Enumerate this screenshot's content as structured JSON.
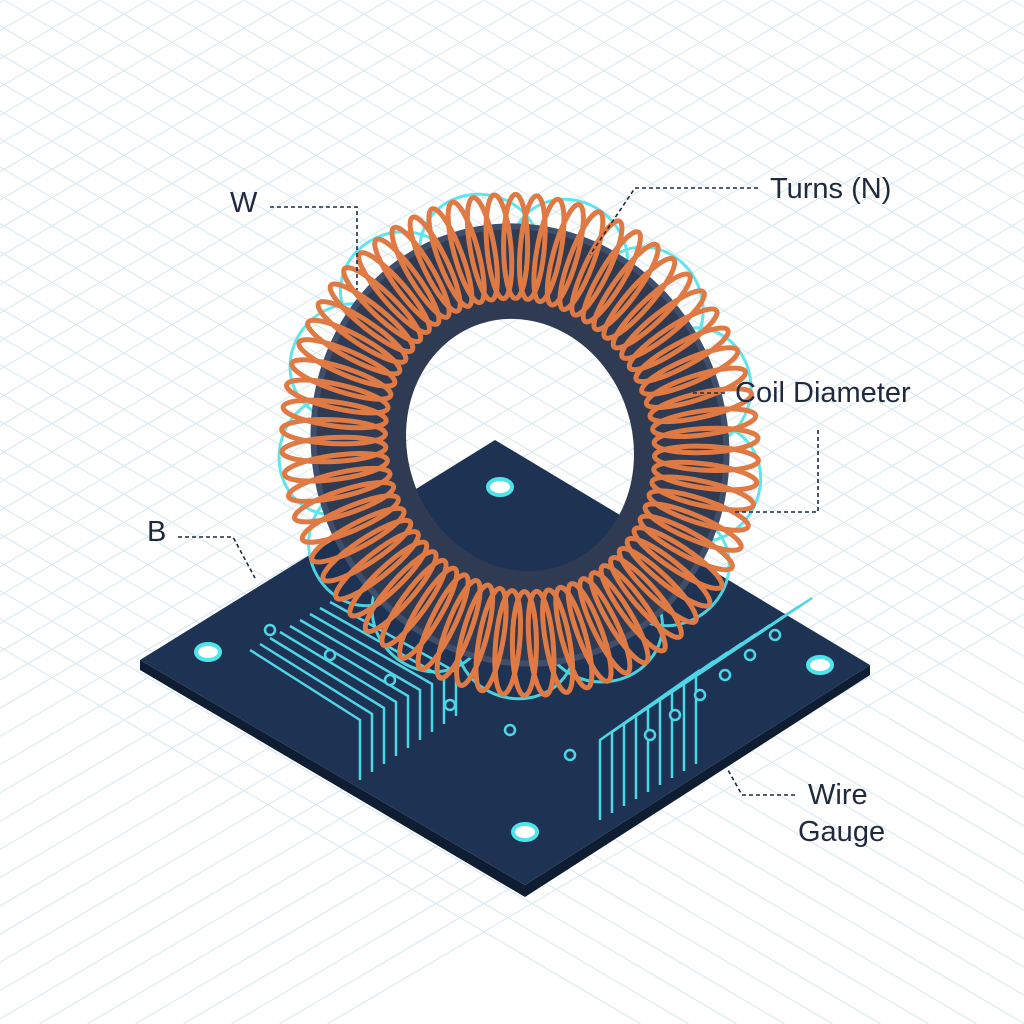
{
  "labels": {
    "w": "W",
    "turns": "Turns (N)",
    "coil_diameter": "Coil Diameter",
    "b": "B",
    "wire_gauge_line1": "Wire",
    "wire_gauge_line2": "Gauge"
  },
  "colors": {
    "board": "#1e3354",
    "core": "#2e3b52",
    "copper": "#e07a45",
    "field": "#4fe3ea",
    "grid": "#cfe3ec",
    "text": "#1f2a3f"
  }
}
